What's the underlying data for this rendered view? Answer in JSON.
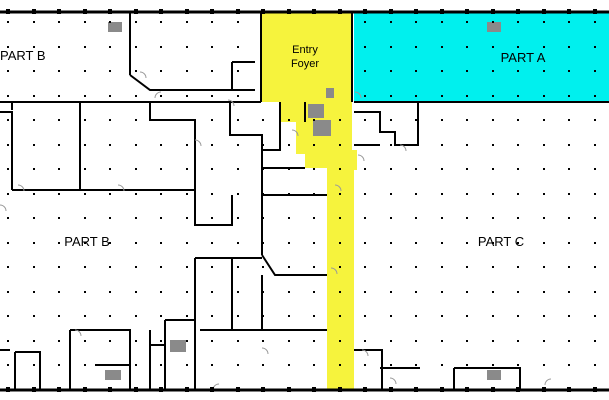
{
  "floor_plan": {
    "zones": {
      "part_a": {
        "label": "PART A",
        "color": "#00F0EE"
      },
      "entry_foyer": {
        "line1": "Entry",
        "line2": "Foyer",
        "color": "#F6F33D"
      },
      "part_b_top": {
        "label": "PART B"
      },
      "part_b_main": {
        "label": "PART B"
      },
      "part_c": {
        "label": "PART C"
      }
    },
    "colors": {
      "walls": "#000000",
      "column_dots": "#000000",
      "stair_grey": "#8a8a8a"
    }
  }
}
